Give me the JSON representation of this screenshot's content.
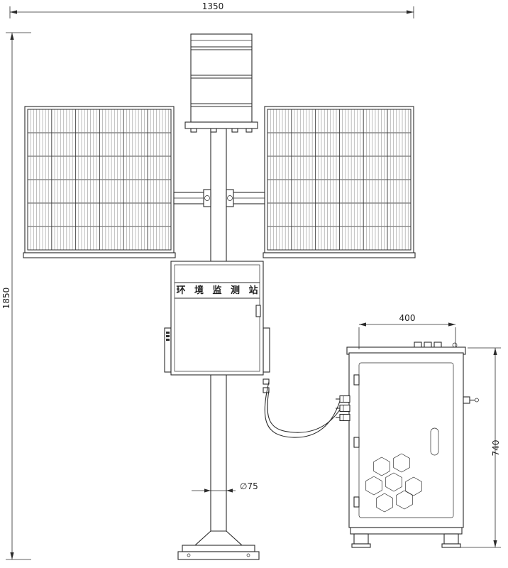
{
  "drawing": {
    "type": "technical-dimension-drawing",
    "ink_color": "#2b2b2b",
    "background_color": "#ffffff",
    "control_box": {
      "label": "环 境 监 测 站"
    },
    "dimensions": {
      "overall_width": "1350",
      "overall_height": "1850",
      "cabinet_width": "400",
      "cabinet_height": "740",
      "pole_diameter": "∅75"
    }
  }
}
